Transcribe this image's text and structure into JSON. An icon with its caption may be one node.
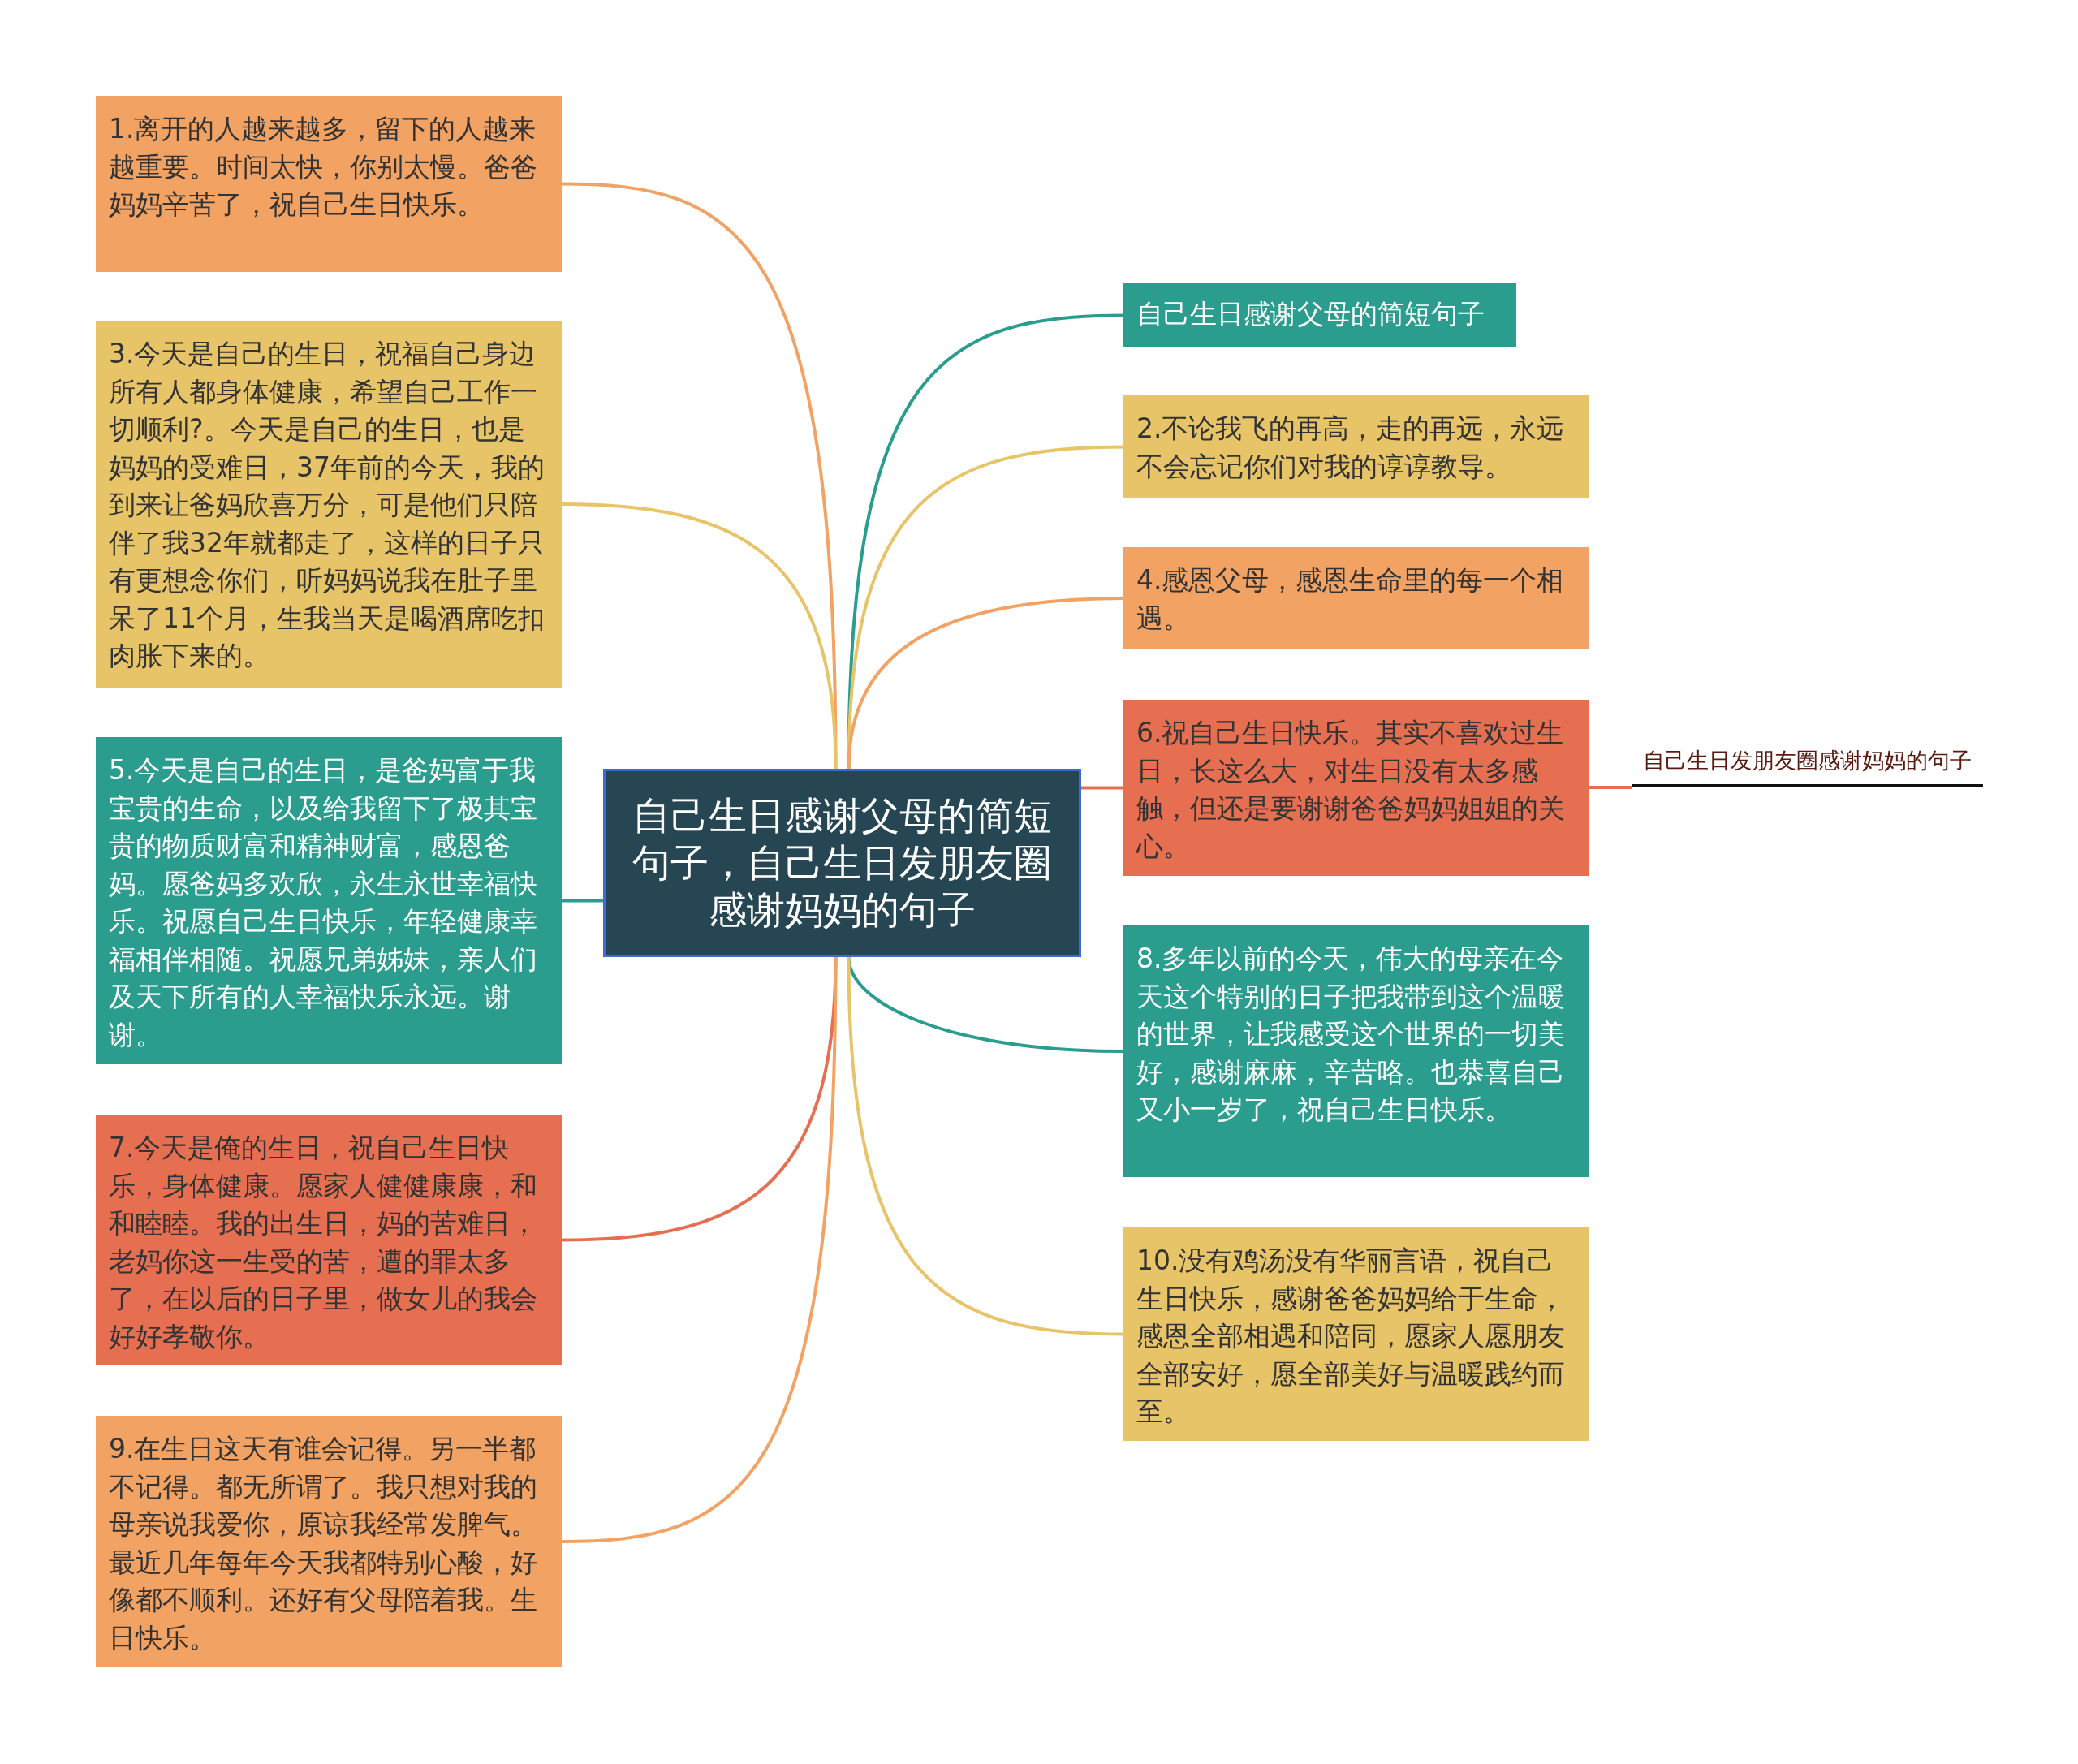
{
  "diagram": {
    "nodes": [
      {
        "text": [
          "自己生日感谢父母的简短句子，自己生日发朋友圈感谢妈妈的句子"
        ]
      },
      {
        "text": [
          "1.离开的人越来越多，留下的人越来越重要。时间太快，你别太慢。爸爸妈妈辛苦了，祝自己生日快乐。"
        ]
      },
      {
        "text": [
          "3.今天是自己的生日，祝福自己身边所有人都身体健康，希望自己工作一切顺利?。今天是自己的生日，也是妈妈的受难日，37年前的今天，我的到来让爸妈欣喜万分，可是他们只陪伴了我32年就都走了，这样的日子只有更想念你们，听妈妈说我在肚子里呆了11个月，生我当天是喝酒席吃扣肉胀下来的。"
        ]
      },
      {
        "text": [
          "5.今天是自己的生日，是爸妈富于我宝贵的生命，以及给我留下了极其宝贵的物质财富和精神财富，感恩爸妈。愿爸妈多欢欣，永生永世幸福快乐。祝愿自己生日快乐，年轻健康幸福相伴相随。祝愿兄弟姊妹，亲人们及天下所有的人幸福快乐永远。谢谢。"
        ]
      },
      {
        "text": [
          "7.今天是俺的生日，祝自己生日快乐，身体健康。愿家人健健康康，和和睦睦。我的出生日，妈的苦难日，老妈你这一生受的苦，遭的罪太多了，在以后的日子里，做女儿的我会好好孝敬你。"
        ]
      },
      {
        "text": [
          "9.在生日这天有谁会记得。另一半都不记得。都无所谓了。我只想对我的母亲说我爱你，原谅我经常发脾气。最近几年每年今天我都特别心酸，好像都不顺利。还好有父母陪着我。生日快乐。"
        ]
      },
      {
        "text": [
          "自己生日感谢父母的简短句子"
        ]
      },
      {
        "text": [
          "2.不论我飞的再高，走的再远，永远不会忘记你们对我的谆谆教导。"
        ]
      },
      {
        "text": [
          "4.感恩父母，感恩生命里的每一个相遇。"
        ]
      },
      {
        "text": [
          "6.祝自己生日快乐。其实不喜欢过生日，长这么大，对生日没有太多感触，但还是要谢谢爸爸妈妈姐姐的关心。"
        ]
      },
      {
        "text": [
          "8.多年以前的今天，伟大的母亲在今天这个特别的日子把我带到这个温暖的世界，让我感受这个世界的一切美好，感谢麻麻，辛苦咯。也恭喜自己又小一岁了，祝自己生日快乐。"
        ]
      },
      {
        "text": [
          "10.没有鸡汤没有华丽言语，祝自己生日快乐，感谢爸爸妈妈给于生命，感恩全部相遇和陪同，愿家人愿朋友全部安好，愿全部美好与温暖践约而至。"
        ]
      },
      {
        "text": [
          "自己生日发朋友圈感谢妈妈的句子"
        ]
      }
    ],
    "edges": [
      {
        "from": 0,
        "to": 1,
        "arrow": "none",
        "color": "#f2a262"
      },
      {
        "from": 0,
        "to": 2,
        "arrow": "none",
        "color": "#e8c468"
      },
      {
        "from": 0,
        "to": 3,
        "arrow": "none",
        "color": "#2a9d8f"
      },
      {
        "from": 0,
        "to": 4,
        "arrow": "none",
        "color": "#e76f51"
      },
      {
        "from": 0,
        "to": 5,
        "arrow": "none",
        "color": "#f2a262"
      },
      {
        "from": 0,
        "to": 6,
        "arrow": "none",
        "color": "#2a9d8f"
      },
      {
        "from": 0,
        "to": 7,
        "arrow": "none",
        "color": "#e8c468"
      },
      {
        "from": 0,
        "to": 8,
        "arrow": "none",
        "color": "#f2a262"
      },
      {
        "from": 0,
        "to": 9,
        "arrow": "none",
        "color": "#e76f51"
      },
      {
        "from": 0,
        "to": 10,
        "arrow": "none",
        "color": "#2a9d8f"
      },
      {
        "from": 0,
        "to": 11,
        "arrow": "none",
        "color": "#e8c468"
      },
      {
        "from": 9,
        "to": 12,
        "arrow": "none",
        "color": "#e76f51"
      }
    ]
  }
}
